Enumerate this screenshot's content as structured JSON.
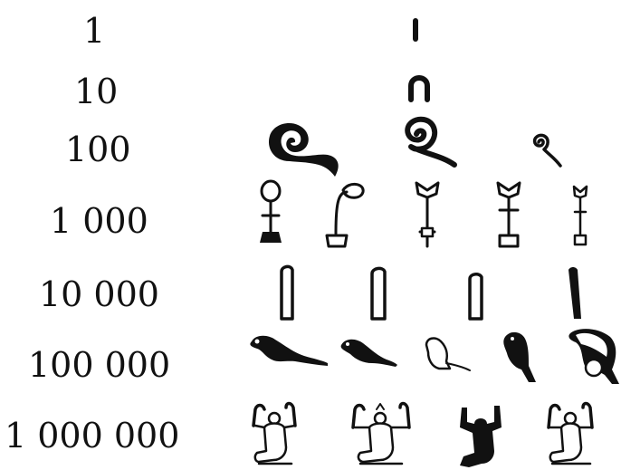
{
  "rows": [
    {
      "label": "1",
      "icons": [
        "single-stroke-icon"
      ]
    },
    {
      "label": "10",
      "icons": [
        "heel-bone-arch-icon"
      ]
    },
    {
      "label": "100",
      "icons": [
        "coil-of-rope-icon",
        "coil-of-rope-icon",
        "coil-of-rope-icon"
      ]
    },
    {
      "label": "1 000",
      "icons": [
        "lotus-plant-icon",
        "lotus-plant-icon",
        "lotus-plant-icon",
        "lotus-plant-icon",
        "lotus-plant-icon"
      ]
    },
    {
      "label": "10 000",
      "icons": [
        "finger-icon",
        "finger-icon",
        "finger-icon",
        "finger-icon"
      ]
    },
    {
      "label": "100 000",
      "icons": [
        "tadpole-frog-icon",
        "tadpole-frog-icon",
        "tadpole-frog-icon",
        "tadpole-frog-icon",
        "tadpole-frog-icon"
      ]
    },
    {
      "label": "1 000 000",
      "icons": [
        "heh-god-figure-icon",
        "heh-god-figure-icon",
        "heh-god-figure-icon",
        "heh-god-figure-icon"
      ]
    }
  ],
  "colors": {
    "ink": "#111111",
    "background": "#ffffff"
  }
}
